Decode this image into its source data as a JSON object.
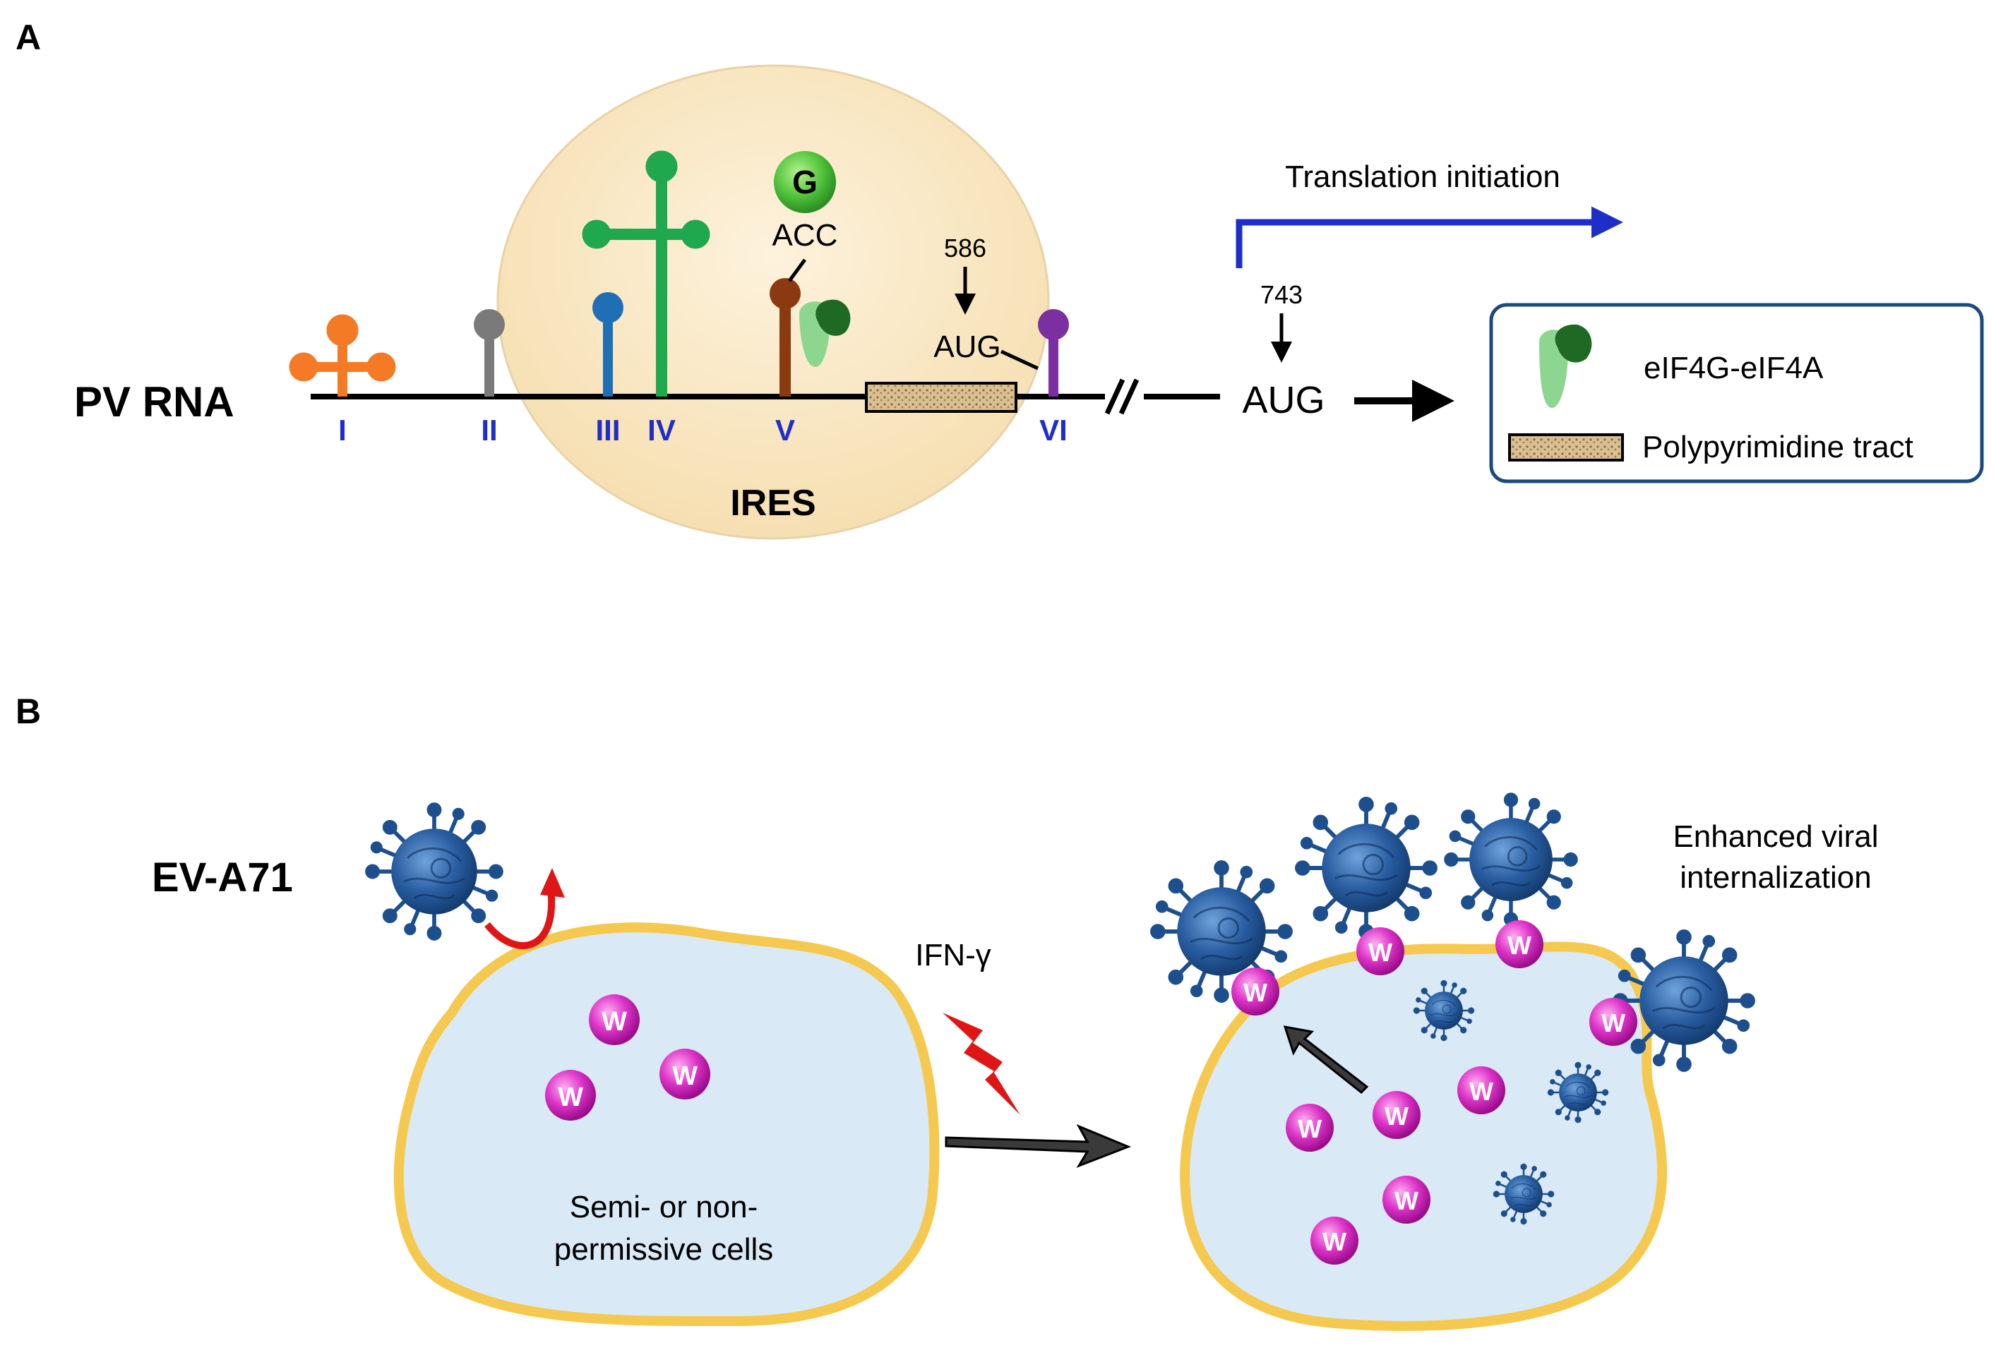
{
  "panel_a": {
    "letter": "A",
    "rna_label": "PV RNA",
    "stem_labels": [
      "I",
      "II",
      "III",
      "IV",
      "V",
      "VI"
    ],
    "ires_label": "IRES",
    "g_label": "G",
    "acc_label": "ACC",
    "pos_586": "586",
    "aug_inner": "AUG",
    "pos_743": "743",
    "aug_outer": "AUG",
    "translation_label": "Translation initiation",
    "legend": {
      "factor_label": "eIF4G-eIF4A",
      "tract_label": "Polypyrimidine tract"
    },
    "colors": {
      "stem_I": "#f47a25",
      "stem_II": "#7a7a7a",
      "stem_III": "#1f6fb5",
      "stem_IV": "#1fa84d",
      "stem_V": "#8b3a10",
      "stem_VI": "#7b2fa0",
      "ires_fill": "#fbe8c4",
      "translation_arrow": "#1f2ec9"
    }
  },
  "panel_b": {
    "letter": "B",
    "virus_label": "EV-A71",
    "cell_left_label_line1": "Semi- or non-",
    "cell_left_label_line2": "permissive cells",
    "treatment_label": "IFN-γ",
    "receptor_symbol": "W",
    "outcome_line1": "Enhanced viral",
    "outcome_line2": "internalization",
    "colors": {
      "cell_fill": "#d9e9f6",
      "cell_border": "#f5c94f",
      "receptor": "#d21fbf",
      "virus": "#1d4f8e",
      "bounce_arrow": "#e01515",
      "lightning": "#e01515"
    }
  }
}
